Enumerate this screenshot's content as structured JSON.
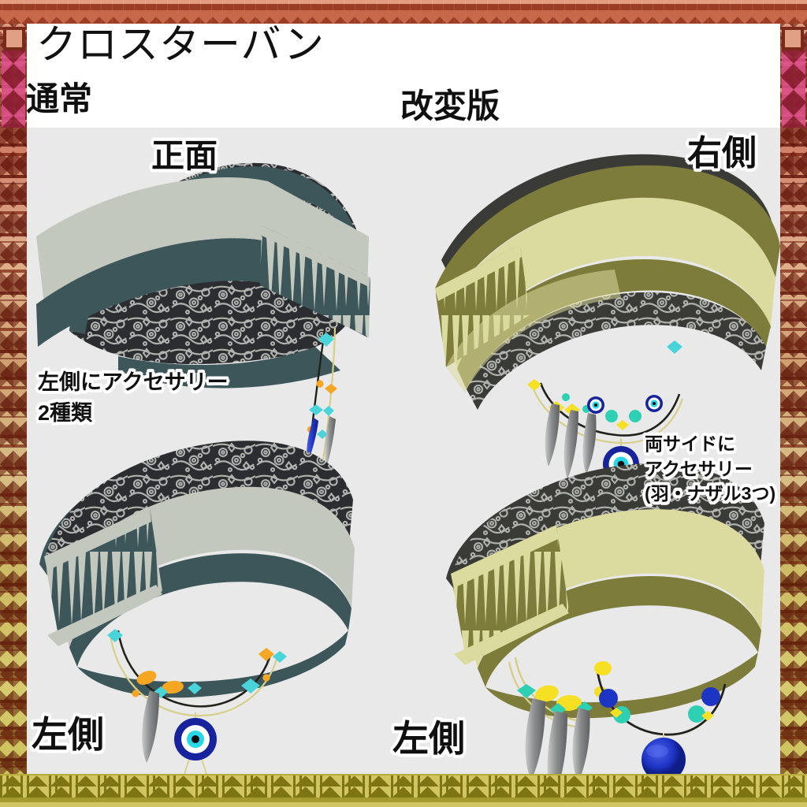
{
  "page": {
    "title": "クロスターバン",
    "background_color": "#e9e9e9",
    "panel_color": "#ffffff"
  },
  "sections": {
    "normal_label": "通常",
    "modified_label": "改変版"
  },
  "view_labels": {
    "front": "正面",
    "right": "右側",
    "left_normal": "左側",
    "left_modified": "左側"
  },
  "notes": {
    "left": "左側にアクセサリー\n2種類",
    "right": "両サイドに\nアクセサリー\n(羽・ナザル3つ)"
  },
  "colors": {
    "border_top": "#9c3d26",
    "border_top_light": "#e39c7d",
    "border_bottom": "#cfc561",
    "border_bottom_dark": "#7d7413",
    "border_side_top": "#d98e74",
    "border_side_bottom": "#c8bd52",
    "accent_pink": "#d94c86",
    "accent_maroon": "#8e1f35",
    "headband_normal_dark": "#3d565a",
    "headband_normal_light": "#c3c8be",
    "headband_normal_lace": "#2b2d30",
    "headband_modified_olive": "#7d7c3a",
    "headband_modified_light": "#dcdb9f",
    "headband_modified_dark": "#3a3a36",
    "lace_thread": "#b9bcb8",
    "bead_turquoise": "#49d4d9",
    "bead_orange": "#f5a623",
    "bead_yellow": "#f5e024",
    "bead_blue": "#1d35c4",
    "nazar_outer": "#16239c",
    "nazar_white": "#ffffff",
    "nazar_cyan": "#25d8e8",
    "nazar_pupil": "#0b0b12",
    "feather_gray": "#8b8d8e",
    "feather_blue": "#1f34c0",
    "cord_dark": "#22211c",
    "cord_gold": "#d6cf8a"
  },
  "views": [
    {
      "id": "front-normal",
      "label": "正面",
      "variant": "通常",
      "accessory_count": 2
    },
    {
      "id": "right-modified",
      "label": "右側",
      "variant": "改変版",
      "accessory_count": 3
    },
    {
      "id": "left-normal",
      "label": "左側",
      "variant": "通常",
      "accessory_count": 2
    },
    {
      "id": "left-modified",
      "label": "左側",
      "variant": "改変版",
      "accessory_count": 3
    }
  ]
}
